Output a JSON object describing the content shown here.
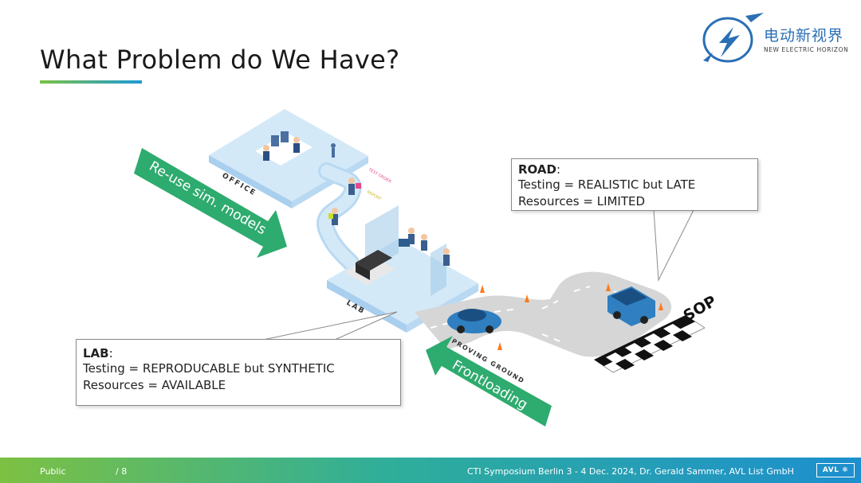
{
  "slide": {
    "title": "What Problem do We Have?"
  },
  "logo": {
    "cn_text": "电动新视界",
    "en_text": "NEW ELECTRIC HORIZON",
    "icon": "lightning-bolt-logo-icon"
  },
  "illustration": {
    "office_label": "OFFICE",
    "lab_label": "LAB",
    "proving_ground_label": "PROVING GROUND",
    "test_order_label": "TEST ORDER",
    "report_label": "REPORT",
    "sop_label": "SOP",
    "arrow_reuse": "Re-use sim. models",
    "arrow_frontloading": "Frontloading"
  },
  "callouts": {
    "road": {
      "title": "ROAD",
      "colon": ":",
      "line1": "Testing = REALISTIC but LATE",
      "line2": "Resources = LIMITED"
    },
    "lab": {
      "title": "LAB",
      "colon": ":",
      "line1": "Testing = REPRODUCABLE but SYNTHETIC",
      "line2": "Resources = AVAILABLE"
    }
  },
  "footer": {
    "classification": "Public",
    "page": "/ 8",
    "event": "CTI Symposium Berlin 3 - 4 Dec. 2024, Dr. Gerald Sammer, AVL List GmbH",
    "badge": "AVL ❄"
  },
  "colors": {
    "accent_green": "#2eab6e",
    "platform_blue": "#cfe6f6",
    "road_gray": "#d9d9d9",
    "car_blue": "#2f7fc1",
    "footer_start": "#7dc142",
    "footer_end": "#1d8fcf"
  }
}
